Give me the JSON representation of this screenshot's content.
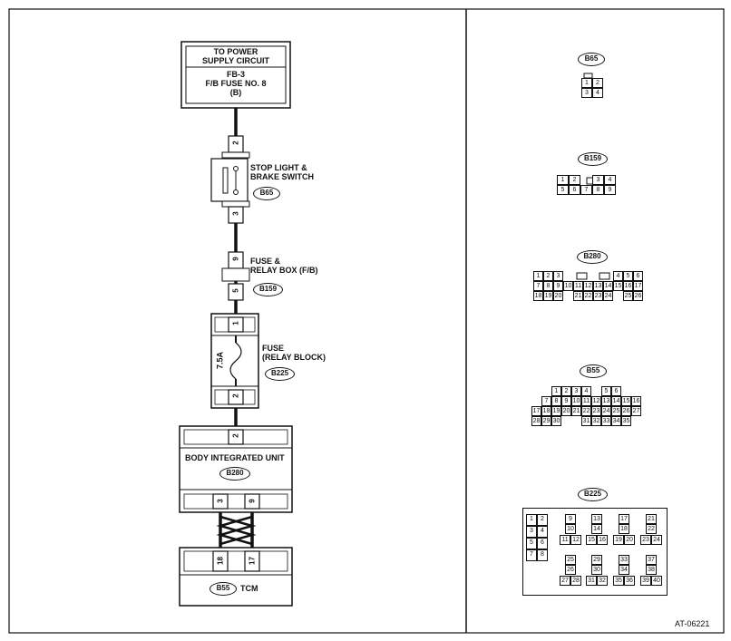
{
  "power_box": {
    "line1": "TO POWER",
    "line2": "SUPPLY CIRCUIT",
    "line3": "FB-3",
    "line4": "F/B FUSE NO. 8",
    "line5": "(B)"
  },
  "stop_switch": {
    "line1": "STOP LIGHT &",
    "line2": "BRAKE SWITCH",
    "connector": "B65",
    "pin_in": "2",
    "pin_out": "3"
  },
  "relay_box": {
    "line1": "FUSE &",
    "line2": "RELAY BOX (F/B)",
    "connector": "B159",
    "pin_in": "9",
    "pin_out": "5"
  },
  "fuse": {
    "line1": "FUSE",
    "line2": "(RELAY BLOCK)",
    "connector": "B225",
    "rating": "7.5A",
    "pin_in": "1",
    "pin_out": "2"
  },
  "body_unit": {
    "label": "BODY INTEGRATED UNIT",
    "connector": "B280",
    "pin_top": "2",
    "pin_a": "3",
    "pin_b": "9"
  },
  "tcm": {
    "connector": "B55",
    "label": "TCM",
    "pin_a": "18",
    "pin_b": "17"
  },
  "connectors": {
    "b65": {
      "name": "B65",
      "rows": [
        [
          "1",
          "2"
        ],
        [
          "3",
          "4"
        ]
      ]
    },
    "b159": {
      "name": "B159",
      "rows": [
        [
          "1",
          "2",
          "",
          "3",
          "4"
        ],
        [
          "5",
          "6",
          "7",
          "8",
          "9"
        ]
      ]
    },
    "b280": {
      "name": "B280",
      "rows": [
        [
          "1",
          "2",
          "3",
          "",
          "",
          "",
          "",
          "",
          "4",
          "5",
          "6"
        ],
        [
          "7",
          "8",
          "9",
          "10",
          "11",
          "12",
          "13",
          "14",
          "15",
          "16",
          "17"
        ],
        [
          "18",
          "19",
          "20",
          "",
          "21",
          "22",
          "23",
          "24",
          "",
          "25",
          "26"
        ]
      ]
    },
    "b55": {
      "name": "B55",
      "rows": [
        [
          "",
          "1",
          "2",
          "3",
          "4",
          "",
          "5",
          "6"
        ],
        [
          "7",
          "8",
          "9",
          "10",
          "11",
          "12",
          "13",
          "14",
          "15",
          "16"
        ],
        [
          "17",
          "18",
          "19",
          "20",
          "21",
          "22",
          "23",
          "24",
          "25",
          "26",
          "27"
        ],
        [
          "28",
          "29",
          "30",
          "",
          "",
          "31",
          "32",
          "33",
          "34",
          "35"
        ]
      ]
    },
    "b225": {
      "name": "B225",
      "cells": [
        "1",
        "2",
        "3",
        "4",
        "5",
        "6",
        "7",
        "8",
        "9",
        "10",
        "11",
        "12",
        "13",
        "14",
        "15",
        "16",
        "17",
        "18",
        "19",
        "20",
        "21",
        "22",
        "23",
        "24",
        "25",
        "26",
        "27",
        "28",
        "29",
        "30",
        "31",
        "32",
        "33",
        "34",
        "35",
        "36",
        "37",
        "38",
        "39",
        "40"
      ]
    }
  },
  "figure_id": "AT-06221",
  "colors": {
    "ink": "#111111",
    "paper": "#ffffff"
  }
}
